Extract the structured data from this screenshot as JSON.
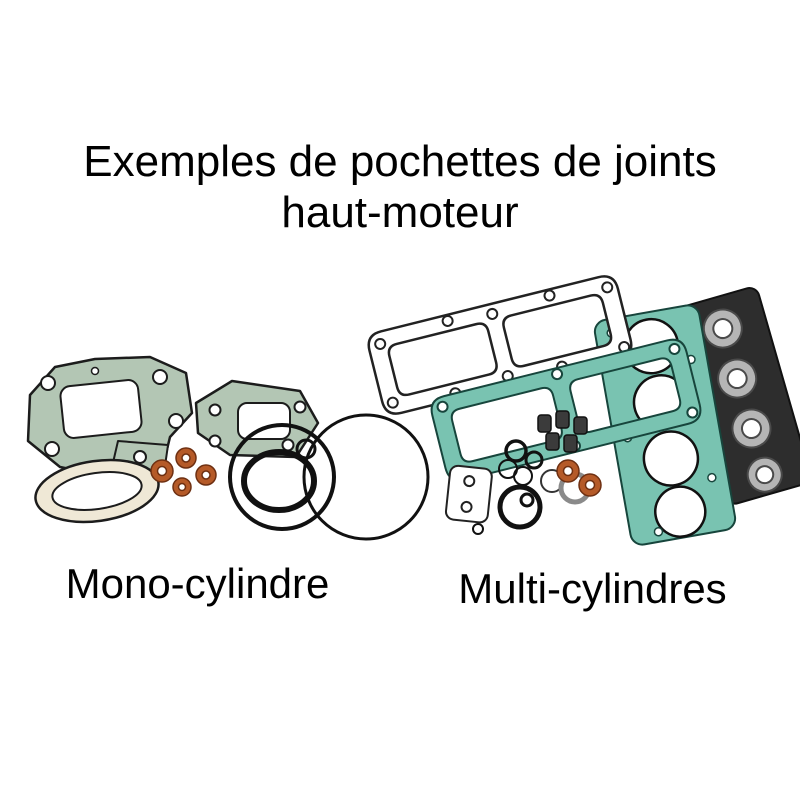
{
  "title": {
    "line1": "Exemples de pochettes de joints",
    "line2": "haut-moteur"
  },
  "labels": {
    "mono": "Mono-cylindre",
    "multi": "Multi-cylindres"
  },
  "colors": {
    "background": "#ffffff",
    "text": "#000000",
    "gasket_green": "#b3c6b4",
    "gasket_teal": "#79c3b1",
    "copper_washer": "#b55a28",
    "paper_gasket": "#efe8d6",
    "dark_gasket": "#2d2d2d",
    "metal_ring": "#b5b5b5",
    "outline": "#1a1a1a"
  }
}
